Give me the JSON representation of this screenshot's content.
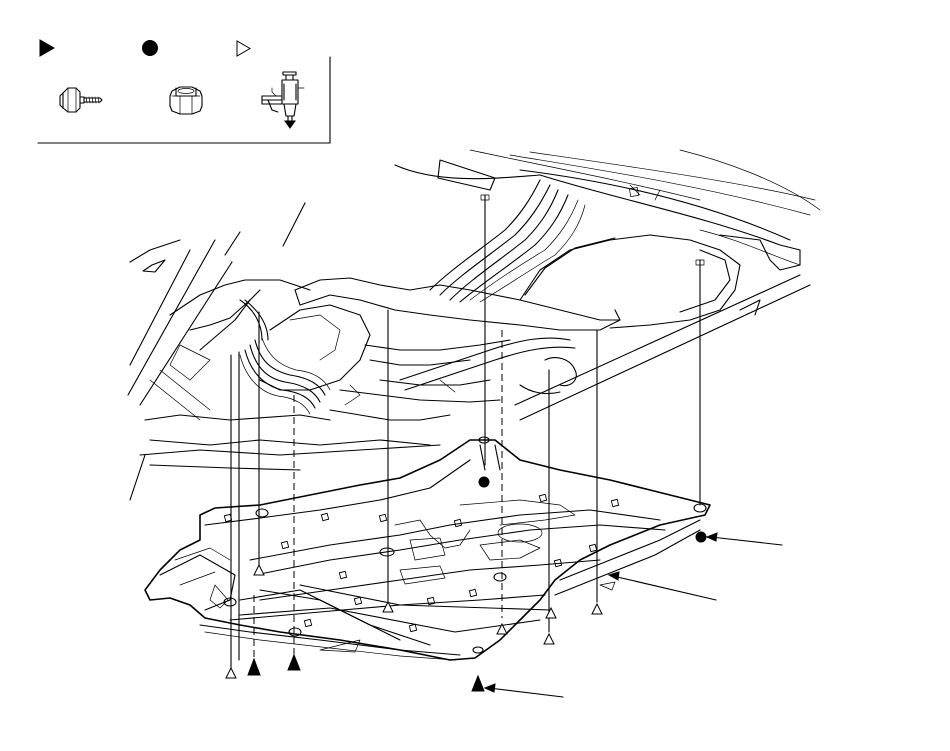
{
  "legend": {
    "entries": [
      {
        "symbol": "filled-triangle",
        "part": "flange-bolt",
        "label": ""
      },
      {
        "symbol": "filled-circle",
        "part": "clip-nut",
        "label": ""
      },
      {
        "symbol": "open-triangle",
        "part": "push-clip",
        "label": ""
      }
    ]
  },
  "colors": {
    "line": "#000000",
    "background": "#ffffff"
  }
}
